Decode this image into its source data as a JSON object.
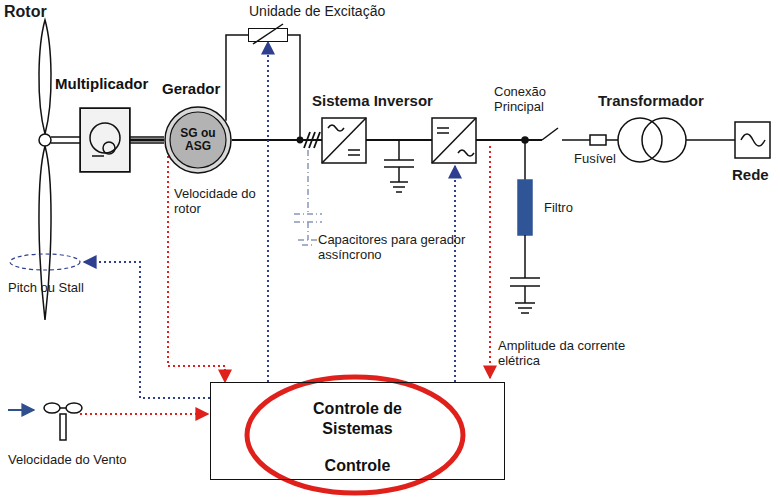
{
  "diagram": {
    "nodes": [
      {
        "text": [
          "Multiplicador"
        ]
      },
      {
        "text": [
          "Gerador",
          "SG ou ASG"
        ]
      },
      {
        "text": [
          "Unidade de Excitação"
        ]
      },
      {
        "text": [
          "Controle de Sistemas",
          "Controle"
        ]
      }
    ],
    "edges": [
      {
        "from": 0,
        "to": 1,
        "arrow": "none"
      },
      {
        "from": 1,
        "to": 2,
        "arrow": "none"
      },
      {
        "from": 1,
        "to": 3,
        "arrow": "to"
      },
      {
        "from": 3,
        "to": 2,
        "arrow": "to"
      }
    ],
    "labels": [
      "Rotor",
      "Sistema Inversor",
      "Conexão Principal",
      "Transformador",
      "Fusível",
      "Rede",
      "Filtro",
      "Velocidade do rotor",
      "Capacitores para gerador assíncrono",
      "Pitch ou Stall",
      "Amplitude da corrente elétrica",
      "Velocidade do Vento"
    ]
  }
}
